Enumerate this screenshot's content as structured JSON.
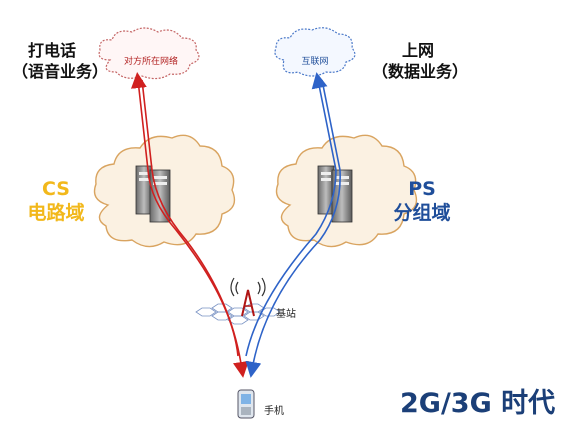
{
  "labels": {
    "call_line1": "打电话",
    "call_line2": "（语音业务）",
    "internet_line1": "上网",
    "internet_line2": "（数据业务）",
    "cs_line1": "CS",
    "cs_line2": "电路域",
    "ps_line1": "PS",
    "ps_line2": "分组域",
    "remote_network": "对方所在网络",
    "internet_cloud": "互联网",
    "base_station": "基站",
    "phone": "手机",
    "era": "2G/3G 时代"
  },
  "colors": {
    "cs_accent": "#f2b81b",
    "ps_accent": "#1f4e9a",
    "voice_path": "#d0201f",
    "data_path": "#2e63c8",
    "cloud_fill": "#fbf1e2",
    "cloud_stroke": "#d9a460"
  },
  "icons": [
    "cloud-icon",
    "server-rack-icon",
    "cell-tower-icon",
    "mobile-phone-icon",
    "arrow-icon"
  ]
}
